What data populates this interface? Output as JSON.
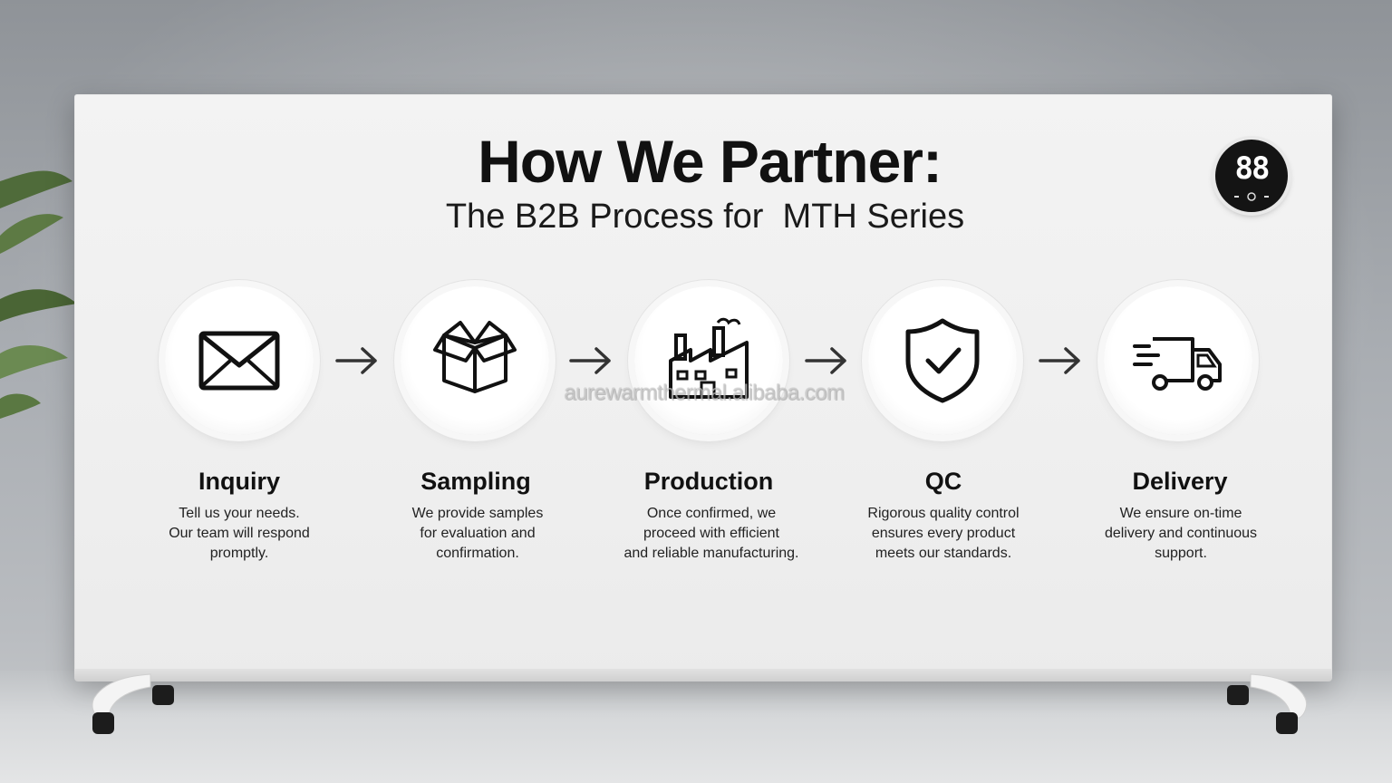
{
  "header": {
    "title": "How We Partner:",
    "subtitle": "The B2B Process for  MTH Series"
  },
  "display_badge": {
    "digits": "88"
  },
  "steps": [
    {
      "title": "Inquiry",
      "icon": "envelope-icon",
      "desc": [
        "Tell us your needs.",
        "Our team will respond",
        "promptly."
      ]
    },
    {
      "title": "Sampling",
      "icon": "box-icon",
      "desc": [
        "We provide samples",
        "for evaluation and",
        "confirmation."
      ]
    },
    {
      "title": "Production",
      "icon": "factory-icon",
      "desc": [
        "Once confirmed, we",
        "proceed with efficient",
        "and reliable manufacturing."
      ]
    },
    {
      "title": "QC",
      "icon": "shield-check-icon",
      "desc": [
        "Rigorous quality control",
        "ensures every product",
        "meets our standards."
      ]
    },
    {
      "title": "Delivery",
      "icon": "delivery-truck-icon",
      "desc": [
        "We ensure on-time",
        "delivery and continuous",
        "support."
      ]
    }
  ],
  "watermark": "aurewarmthermal.alibaba.com"
}
